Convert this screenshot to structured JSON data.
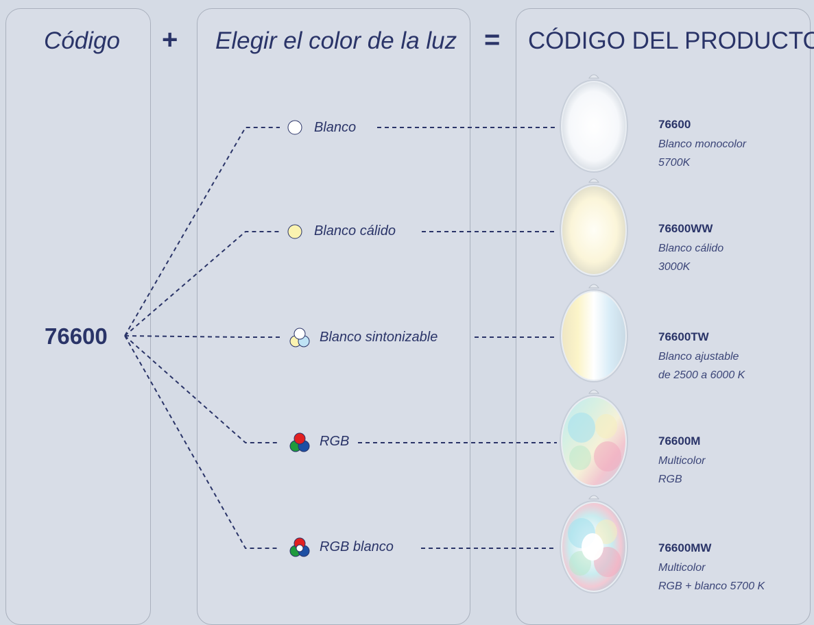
{
  "headers": {
    "code": "Código",
    "plus": "+",
    "choose": "Elegir el color de la luz",
    "equals": "=",
    "product": "CÓDIGO DEL PRODUCTO"
  },
  "base_code": "76600",
  "options": [
    {
      "label": "Blanco",
      "icon": "white-circle-icon",
      "color": "#ffffff"
    },
    {
      "label": "Blanco cálido",
      "icon": "warm-white-circle-icon",
      "color": "#fbf3b0"
    },
    {
      "label": "Blanco sintonizable",
      "icon": "tunable-white-circles-icon",
      "color": "#bfe3f5"
    },
    {
      "label": "RGB",
      "icon": "rgb-circles-icon",
      "color": "#e22020"
    },
    {
      "label": "RGB blanco",
      "icon": "rgb-white-circles-icon",
      "color": "#1d4fa3"
    }
  ],
  "products": [
    {
      "code": "76600",
      "line1": "Blanco monocolor",
      "line2": "5700K"
    },
    {
      "code": "76600WW",
      "line1": "Blanco cálido",
      "line2": "3000K"
    },
    {
      "code": "76600TW",
      "line1": "Blanco ajustable",
      "line2": "de 2500 a 6000 K"
    },
    {
      "code": "76600M",
      "line1": "Multicolor",
      "line2": "RGB"
    },
    {
      "code": "76600MW",
      "line1": "Multicolor",
      "line2": "RGB + blanco 5700 K"
    }
  ]
}
